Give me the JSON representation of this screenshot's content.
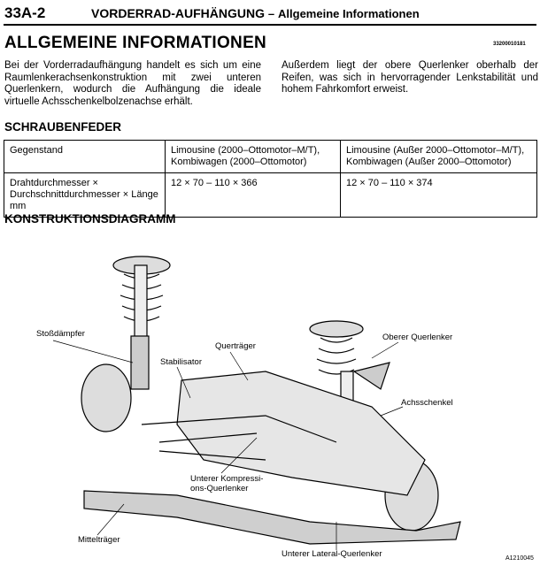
{
  "header": {
    "page_number": "33A-2",
    "title": "VORDERRAD-AUFHÄNGUNG",
    "separator": "–",
    "subtitle": "Allgemeine Informationen"
  },
  "section_title": "ALLGEMEINE INFORMATIONEN",
  "doc_code": "33200010181",
  "paragraphs": [
    "Bei der Vorderradaufhängung handelt es sich um eine Raumlenkerachsenkonstruktion mit zwei unteren Querlenkern, wodurch die Aufhängung die ideale virtuelle Achsschenkelbolzenachse erhält.",
    "Außerdem liegt der obere Querlenker oberhalb der Reifen, was sich in hervorragender Lenkstabilität und hohem Fahrkomfort erweist."
  ],
  "spring": {
    "heading": "SCHRAUBENFEDER",
    "columns": [
      "Gegenstand",
      "Limousine (2000–Ottomotor–M/T), Kombiwagen (2000–Ottomotor)",
      "Limousine (Außer 2000–Ottomotor–M/T), Kombiwagen (Außer 2000–Ottomotor)"
    ],
    "rows": [
      [
        "Drahtdurchmesser × Durchschnittdurchmesser × Länge mm",
        "12 × 70 – 110 × 366",
        "12 × 70 – 110 × 374"
      ]
    ]
  },
  "diagram": {
    "heading": "KONSTRUKTIONSDIAGRAMM",
    "labels": {
      "shock": "Stoßdämpfer",
      "crossmember": "Querträger",
      "stabilizer": "Stabilisator",
      "upper_arm": "Oberer Querlenker",
      "knuckle": "Achsschenkel",
      "lower_comp_1": "Unterer Kompressi-",
      "lower_comp_2": "ons-Querlenker",
      "center_member": "Mittelträger",
      "lower_lateral": "Unterer Lateral-Querlenker"
    },
    "figure_id": "A1210045"
  }
}
